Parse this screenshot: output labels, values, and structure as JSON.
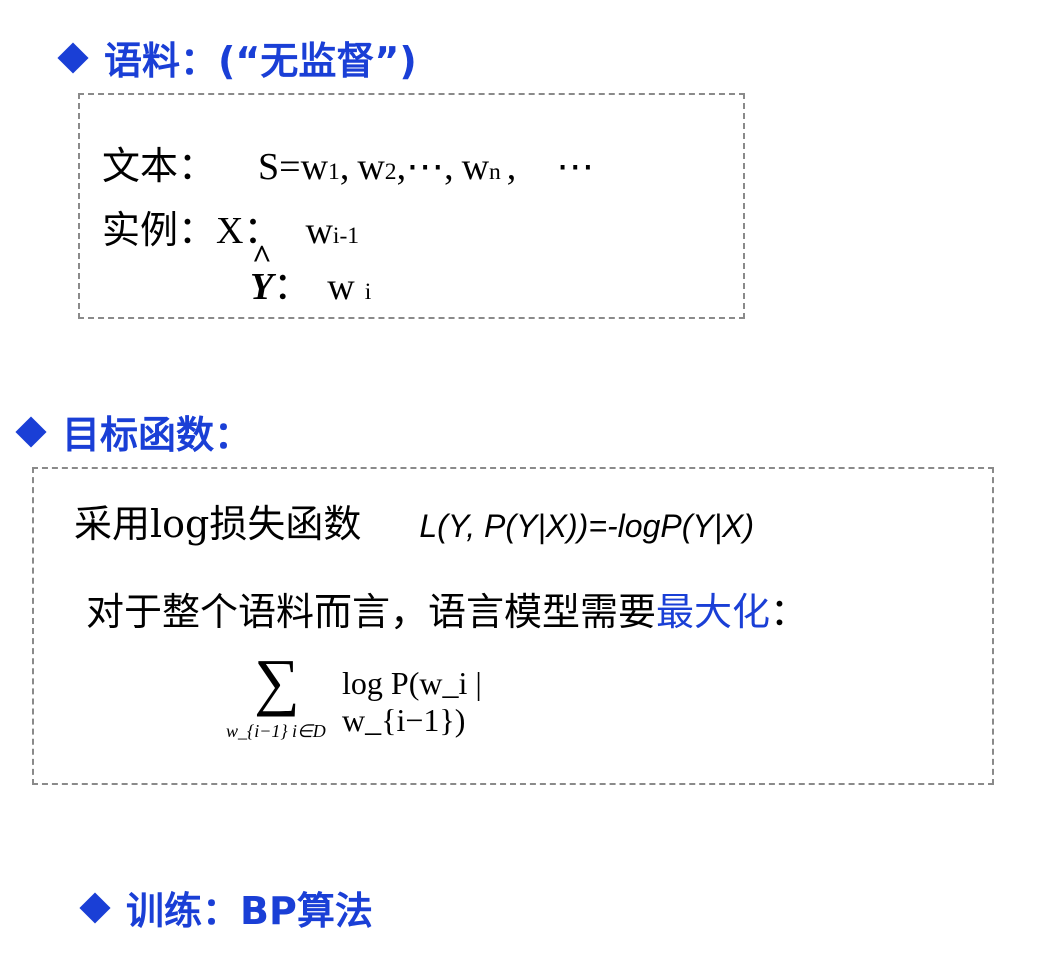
{
  "sections": {
    "corpus": {
      "title": "语料：(“无监督”)"
    },
    "objective": {
      "title": "目标函数："
    },
    "training": {
      "title": "训练：BP算法"
    }
  },
  "corpus_box": {
    "text_label": "文本：",
    "sequence": {
      "prefix": "S=",
      "w": "w",
      "sub1": "1",
      "sub2": "2",
      "subn": "n",
      "sep": ",",
      "dots": "⋯",
      "trailing_dots": "⋯"
    },
    "instance_label": "实例：",
    "x_label": "X：",
    "x_value_base": "w",
    "x_value_sub": "i-1",
    "y_label": "Y",
    "y_hat": "^",
    "y_colon": "：",
    "y_value_base": "w",
    "y_value_sub": "i"
  },
  "objective_box": {
    "line1_text": "采用log损失函数",
    "line1_formula": "L(Y, P(Y|X))=-logP(Y|X)",
    "line2_text": "对于整个语料而言，语言模型需要",
    "line2_highlight": "最大化",
    "line2_colon": "：",
    "sum_symbol": "∑",
    "sum_subscript": "w_{i−1} i∈D",
    "sum_body": "log P(w_i | w_{i−1})"
  },
  "colors": {
    "heading": "#1a3fd6",
    "border": "#8a8a8a"
  }
}
